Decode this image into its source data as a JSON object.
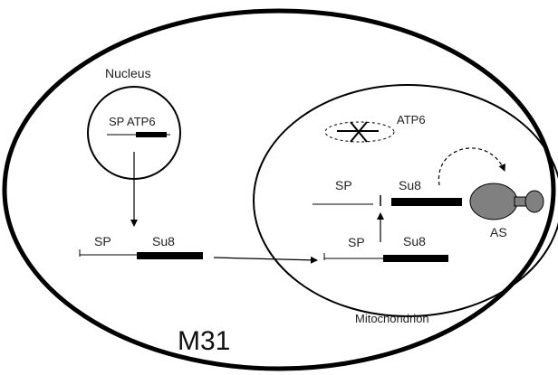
{
  "labels": {
    "nucleus": "Nucleus",
    "nucleus_gene": "SP ATP6",
    "atp6_mito": "ATP6",
    "mitochondrion": "Mitochondrion",
    "sp": "SP",
    "su8": "Su8",
    "as": "AS",
    "cell": "M31"
  },
  "colors": {
    "stroke": "#000000",
    "as_fill": "#808080",
    "background": "#ffffff"
  }
}
